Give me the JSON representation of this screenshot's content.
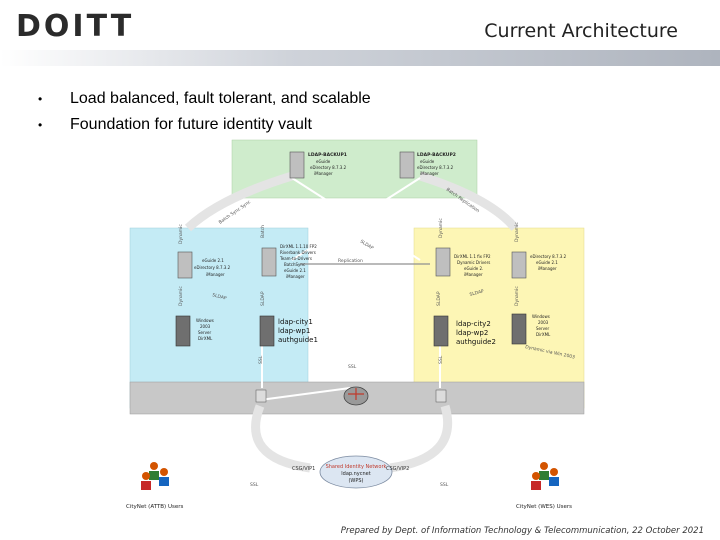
{
  "header": {
    "logo_text": "DOITT",
    "slide_title": "Current Architecture"
  },
  "bullets": [
    "Load balanced, fault tolerant, and scalable",
    "Foundation for future identity vault"
  ],
  "diagram": {
    "servers": {
      "ldap_backup1": [
        "LDAP-BACKUP1",
        "eGuide",
        "eDirectory 8.7.3.2",
        "iManager"
      ],
      "ldap_backup2": [
        "LDAP-BACKUP2",
        "eGuide",
        "eDirectory 8.7.3.2",
        "iManager"
      ],
      "left_server": [
        "eGuide 2.1",
        "eDirectory 8.7.3.2",
        "iManager"
      ],
      "center_server": [
        "DirXML 1.1.10 FP2",
        "Riverbank Drivers",
        "Team-to-Drivers",
        "BatchSync",
        "eGuide 2.1",
        "iManager"
      ],
      "right_center": [
        "DirXML 1.1 fix FP2",
        "Dynamic Drivers",
        "eGuide 2.",
        "iManager"
      ],
      "right_server": [
        "eDirectory 8.7.3.2",
        "eGuide 2.1",
        "iManager"
      ],
      "left_win": [
        "Windows",
        "2003",
        "Server",
        "DirXML"
      ],
      "right_win": [
        "Windows",
        "2003",
        "Server",
        "DirXML"
      ],
      "left_hosts": [
        "ldap-city1",
        "ldap-wp1",
        "authguide1"
      ],
      "right_hosts": [
        "ldap-city2",
        "ldap-wp2",
        "authguide2"
      ]
    },
    "link_labels": {
      "batch_sync_left": "Batch Sync Sync",
      "batch_sync_right": "Batch Replication",
      "batch": "Batch",
      "dynamic": "Dynamic",
      "sldap": "SLDAP",
      "replication": "Replication",
      "ssl": "SSL",
      "dynamic_win": "Dynamic via Win 2003"
    },
    "network": {
      "cloud": [
        "Shared Identity Network",
        "ldap.nycnet",
        "(WPS)"
      ],
      "csg_left": "CSG/VIP1",
      "csg_right": "CSG/VIP2"
    },
    "users": {
      "left": "CityNet (ATTB) Users",
      "right": "CityNet (WES) Users"
    }
  },
  "footer": {
    "text": "Prepared by Dept. of Information Technology & Telecommunication, 22 October 2021"
  },
  "colors": {
    "green_zone": "#cfeccc",
    "blue_zone": "#c4ebf5",
    "yellow_zone": "#fdf6b5",
    "band": "#c8c8c8",
    "logo_red": "#e0301e"
  }
}
